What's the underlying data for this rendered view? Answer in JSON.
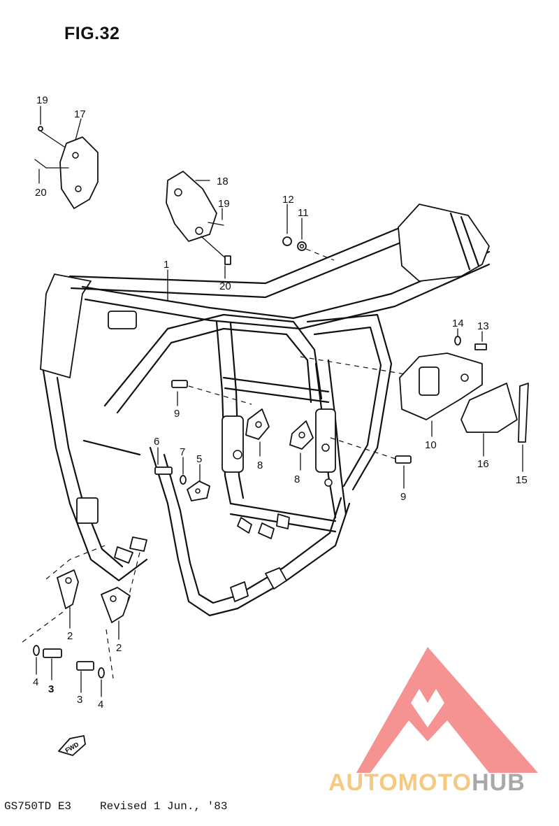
{
  "figure": {
    "title": "FIG.32"
  },
  "footer": {
    "model": "GS750TD E3",
    "revision": "Revised 1 Jun., '83"
  },
  "watermark": {
    "text": "AUTOMOTOHUB",
    "colors": {
      "triangle": "#f26d6d",
      "auto": "#f5c06a",
      "moto": "#f5c06a",
      "hub": "#a8a8a8"
    }
  },
  "fwd_label": "FWD",
  "callouts": [
    {
      "id": "c19a",
      "label": "19"
    },
    {
      "id": "c17",
      "label": "17"
    },
    {
      "id": "c20a",
      "label": "20"
    },
    {
      "id": "c18",
      "label": "18"
    },
    {
      "id": "c19b",
      "label": "19"
    },
    {
      "id": "c20b",
      "label": "20"
    },
    {
      "id": "c1",
      "label": "1"
    },
    {
      "id": "c12",
      "label": "12"
    },
    {
      "id": "c11",
      "label": "11"
    },
    {
      "id": "c14",
      "label": "14"
    },
    {
      "id": "c13",
      "label": "13"
    },
    {
      "id": "c9a",
      "label": "9"
    },
    {
      "id": "c6",
      "label": "6"
    },
    {
      "id": "c7",
      "label": "7"
    },
    {
      "id": "c5",
      "label": "5"
    },
    {
      "id": "c8a",
      "label": "8"
    },
    {
      "id": "c8b",
      "label": "8"
    },
    {
      "id": "c10",
      "label": "10"
    },
    {
      "id": "c16",
      "label": "16"
    },
    {
      "id": "c15",
      "label": "15"
    },
    {
      "id": "c9b",
      "label": "9"
    },
    {
      "id": "c2a",
      "label": "2"
    },
    {
      "id": "c2b",
      "label": "2"
    },
    {
      "id": "c4a",
      "label": "4"
    },
    {
      "id": "c3a",
      "label": "3"
    },
    {
      "id": "c3b",
      "label": "3"
    },
    {
      "id": "c4b",
      "label": "4"
    }
  ]
}
